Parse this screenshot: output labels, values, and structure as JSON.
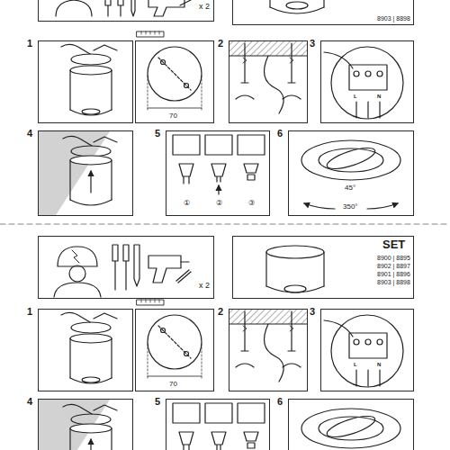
{
  "diagram": {
    "nodes": [
      {
        "text": [
          "x 2"
        ]
      },
      {
        "text": [
          "8903 | 8898"
        ]
      },
      {
        "text": [
          "1"
        ]
      },
      {
        "text": [
          "70"
        ]
      },
      {
        "text": [
          "2"
        ]
      },
      {
        "text": [
          "3",
          "L",
          "N"
        ]
      },
      {
        "text": [
          "4"
        ]
      },
      {
        "text": [
          "5",
          "①",
          "②",
          "③"
        ]
      },
      {
        "text": [
          "6",
          "45°",
          "350°"
        ]
      },
      {
        "text": [
          "x 2"
        ]
      },
      {
        "text": [
          "SET",
          "8900 | 8895",
          "8902 | 8897",
          "8901 | 8896",
          "8903 | 8898"
        ]
      },
      {
        "text": [
          "1"
        ]
      },
      {
        "text": [
          "70"
        ]
      },
      {
        "text": [
          "2"
        ]
      },
      {
        "text": [
          "3",
          "L",
          "N"
        ]
      },
      {
        "text": [
          "4"
        ]
      },
      {
        "text": [
          "5"
        ]
      },
      {
        "text": [
          "6"
        ]
      }
    ]
  }
}
